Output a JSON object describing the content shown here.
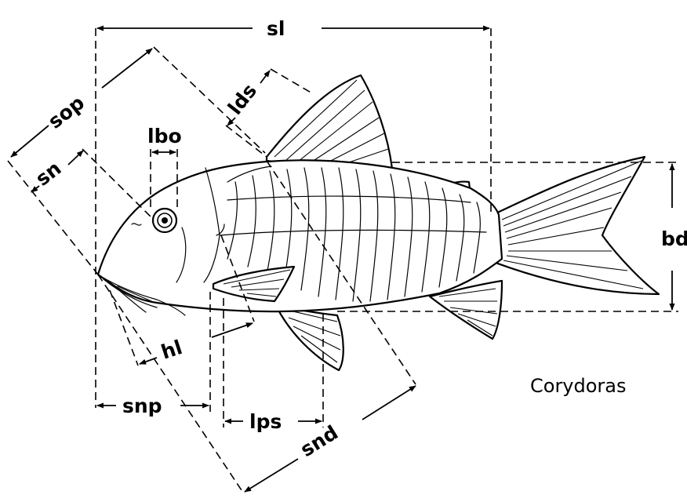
{
  "figure": {
    "title": "Corydoras",
    "labels": {
      "sl": "sl",
      "sop": "sop",
      "lds": "lds",
      "lbo": "lbo",
      "sn": "sn",
      "bd": "bd",
      "hl": "hl",
      "snp": "snp",
      "lps": "lps",
      "snd": "snd"
    }
  }
}
